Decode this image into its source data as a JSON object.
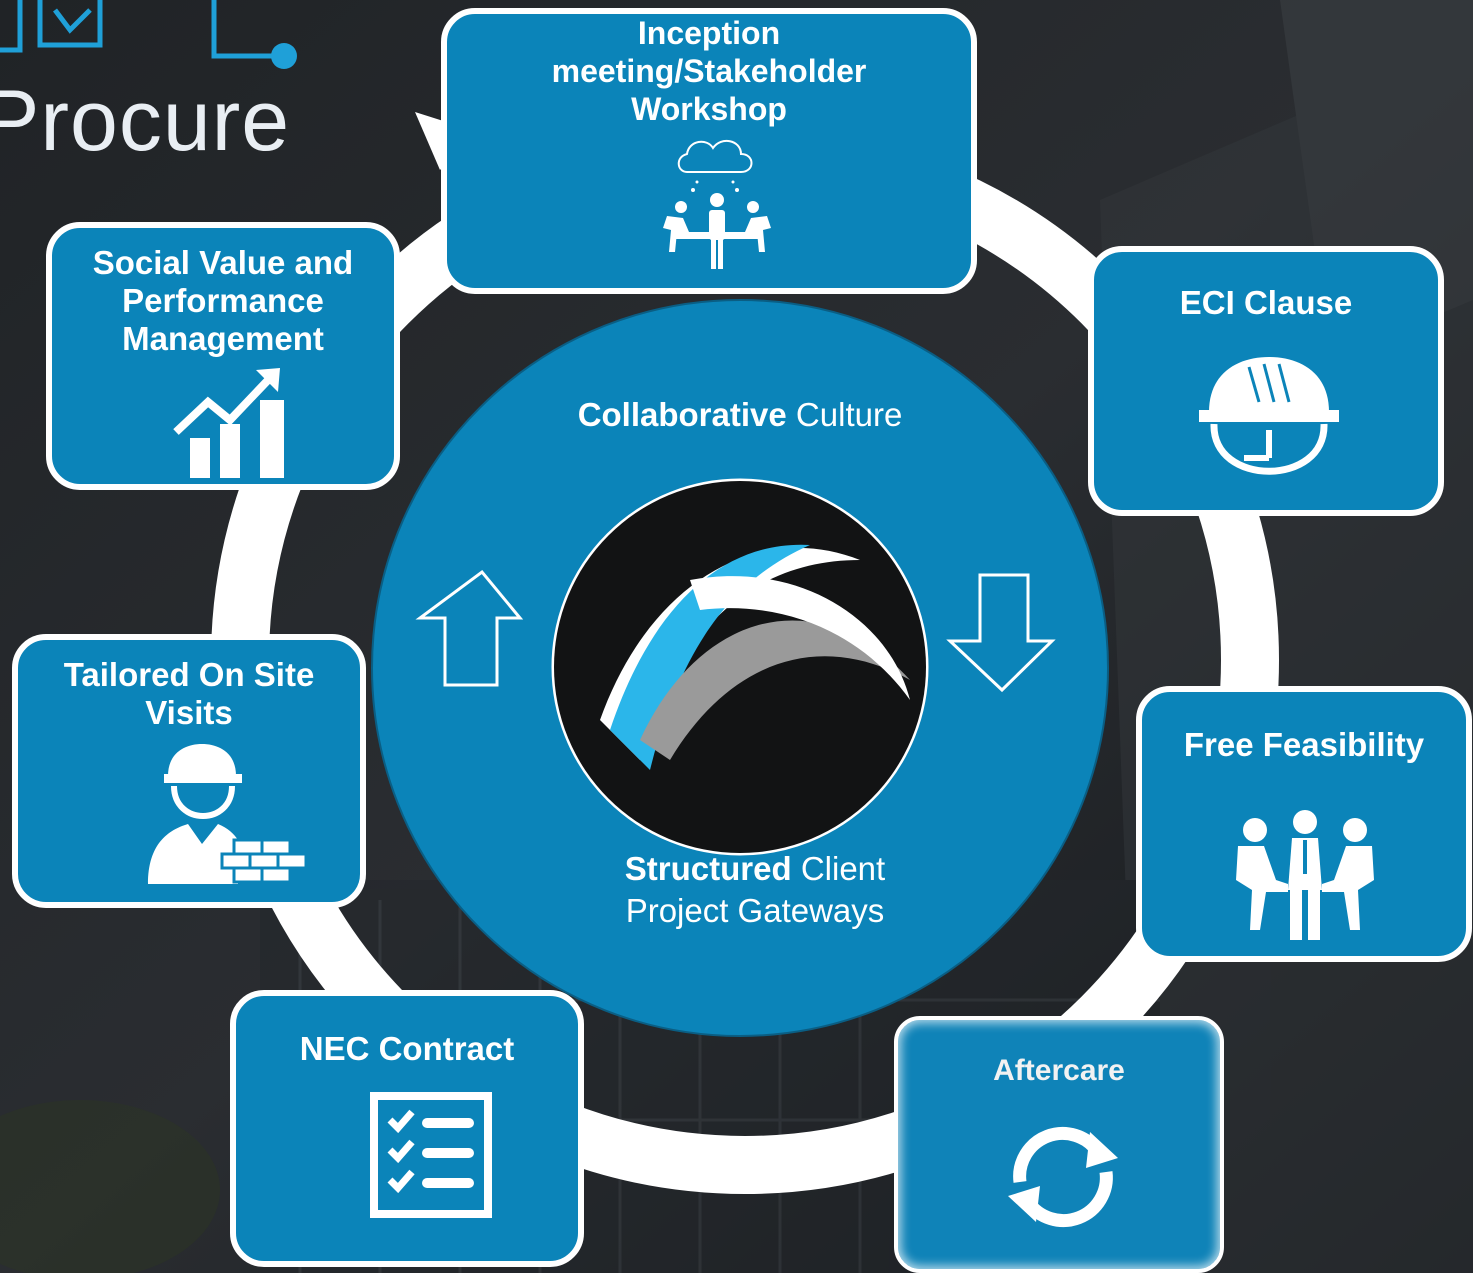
{
  "brand": {
    "word": "Procure"
  },
  "center": {
    "top_bold": "Collaborative",
    "top_rest": "Culture",
    "bottom_bold": "Structured",
    "bottom_rest": "Client",
    "bottom_line2": "Project Gateways"
  },
  "stages": [
    {
      "label": "Inception meeting/Stakeholder Workshop",
      "icon": "meeting-icon"
    },
    {
      "label": "ECI Clause",
      "icon": "hard-hat-clock-icon"
    },
    {
      "label": "Free Feasibility",
      "icon": "team-meeting-icon"
    },
    {
      "label": "Aftercare",
      "icon": "refresh-cycle-icon"
    },
    {
      "label": "NEC Contract",
      "icon": "checklist-icon"
    },
    {
      "label": "Tailored On Site Visits",
      "icon": "builder-bricks-icon"
    },
    {
      "label": "Social Value and Performance Management",
      "icon": "growth-chart-icon"
    }
  ],
  "colors": {
    "box_blue": "#0b84b9",
    "ring": "#ffffff",
    "logo_accent": "#2bb6ea",
    "logo_grey": "#9a9a9a"
  }
}
